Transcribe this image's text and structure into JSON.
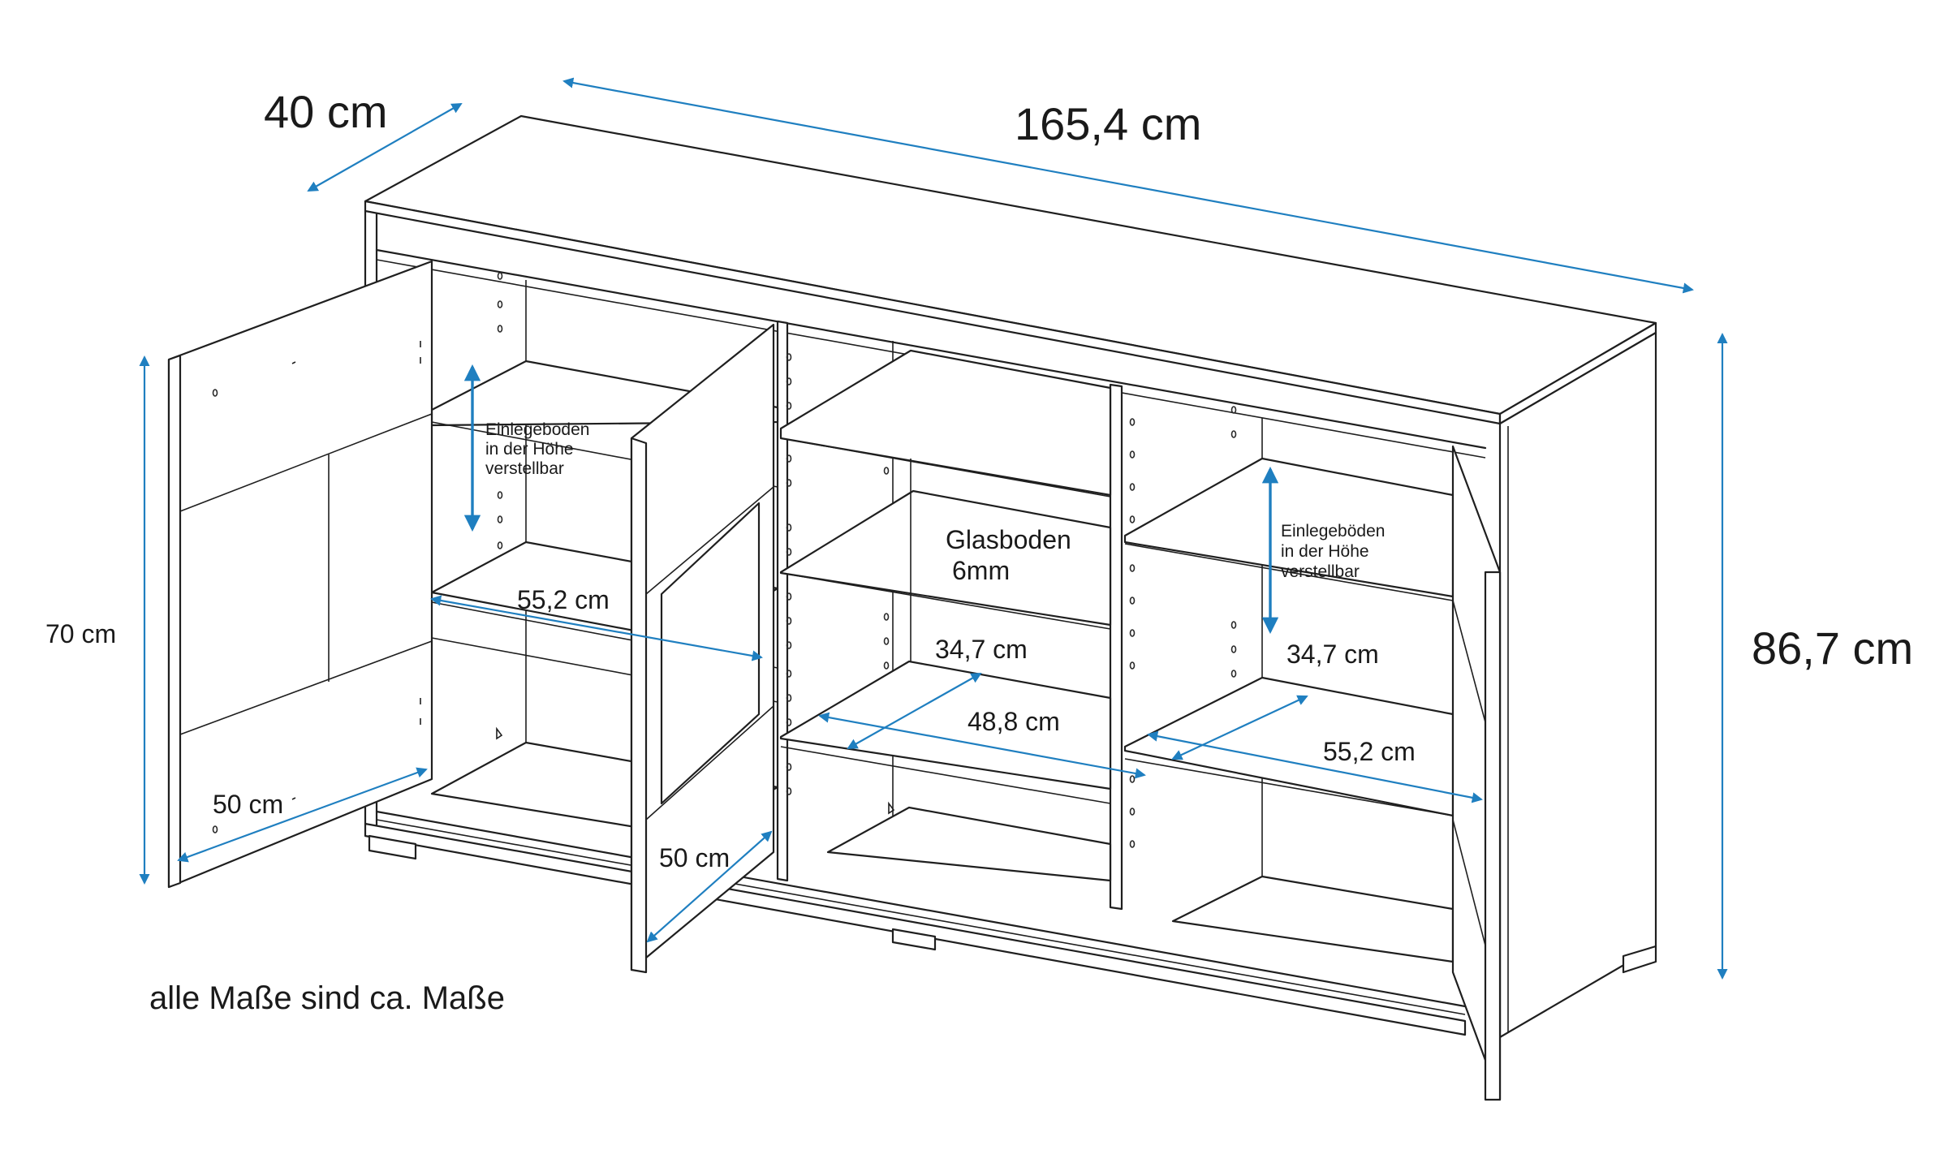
{
  "accent_color": "#1f7fc0",
  "line_color": "#1f1f1f",
  "dimensions": {
    "depth": "40 cm",
    "width": "165,4 cm",
    "total_height": "86,7 cm",
    "door_height": "70 cm",
    "left_door_width": "50 cm",
    "middle_door_width": "50 cm",
    "left_shelf_width": "55,2 cm",
    "middle_shelf_depth": "34,7 cm",
    "middle_shelf_width": "48,8 cm",
    "right_shelf_depth": "34,7 cm",
    "right_shelf_width": "55,2 cm"
  },
  "notes": {
    "left_adjustable": [
      "Einlegeböden",
      "in der Höhe",
      "verstellbar"
    ],
    "right_adjustable": [
      "Einlegeböden",
      "in der Höhe",
      "verstellbar"
    ],
    "glass_shelf": [
      "Glasboden",
      "6mm"
    ],
    "disclaimer": "alle Maße sind ca. Maße"
  }
}
